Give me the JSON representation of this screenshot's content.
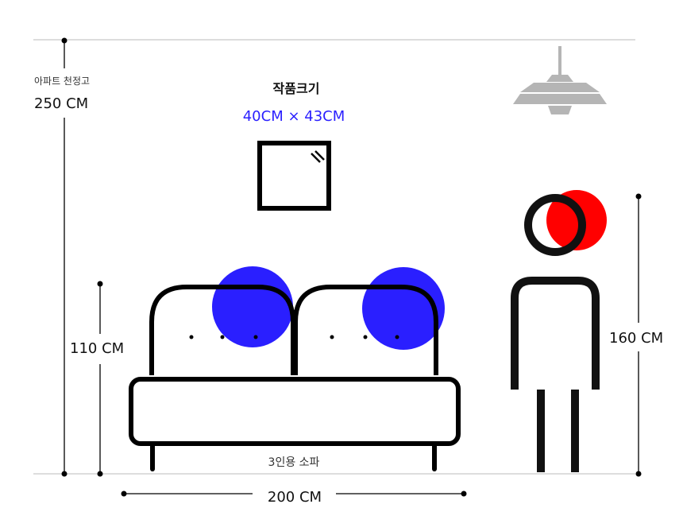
{
  "ceiling": {
    "caption": "아파트 천정고",
    "height_label": "250 CM"
  },
  "artwork": {
    "title": "작품크기",
    "size_label": "40CM × 43CM"
  },
  "sofa": {
    "height_label": "110 CM",
    "width_label": "200 CM",
    "caption": "3인용 소파"
  },
  "person": {
    "height_label": "160 CM"
  },
  "colors": {
    "accent_blue": "#2a1fff",
    "accent_red": "#ff0000",
    "line_gray": "#bbbbbb",
    "lamp_gray": "#b5b5b5"
  }
}
